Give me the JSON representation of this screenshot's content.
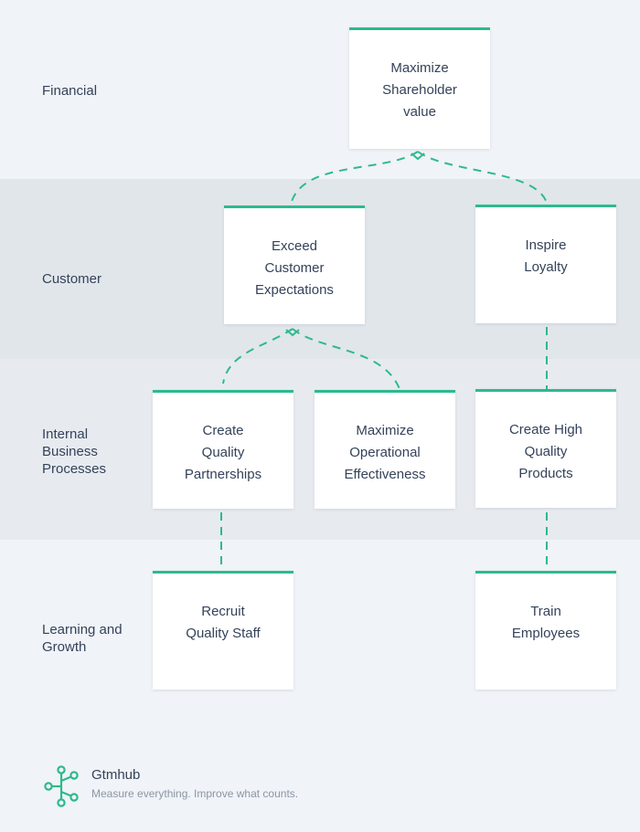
{
  "rows": {
    "financial": "Financial",
    "customer": "Customer",
    "internal": "Internal\nBusiness\nProcesses",
    "learning": "Learning and\nGrowth"
  },
  "objectives": {
    "maximize_shareholder_value": "Maximize\nShareholder\nvalue",
    "exceed_customer_expectations": "Exceed\nCustomer\nExpectations",
    "inspire_loyalty": "Inspire\nLoyalty",
    "create_quality_partnerships": "Create\nQuality\nPartnerships",
    "maximize_operational_effectiveness": "Maximize\nOperational\nEffectiveness",
    "create_high_quality_products": "Create High\nQuality\nProducts",
    "recruit_quality_staff": "Recruit\nQuality Staff",
    "train_employees": "Train\nEmployees"
  },
  "footer": {
    "brand": "Gtmhub",
    "tagline": "Measure everything. Improve what counts."
  },
  "colors": {
    "accent": "#2dba8c",
    "text": "#34425a",
    "muted": "#8b96a5"
  }
}
